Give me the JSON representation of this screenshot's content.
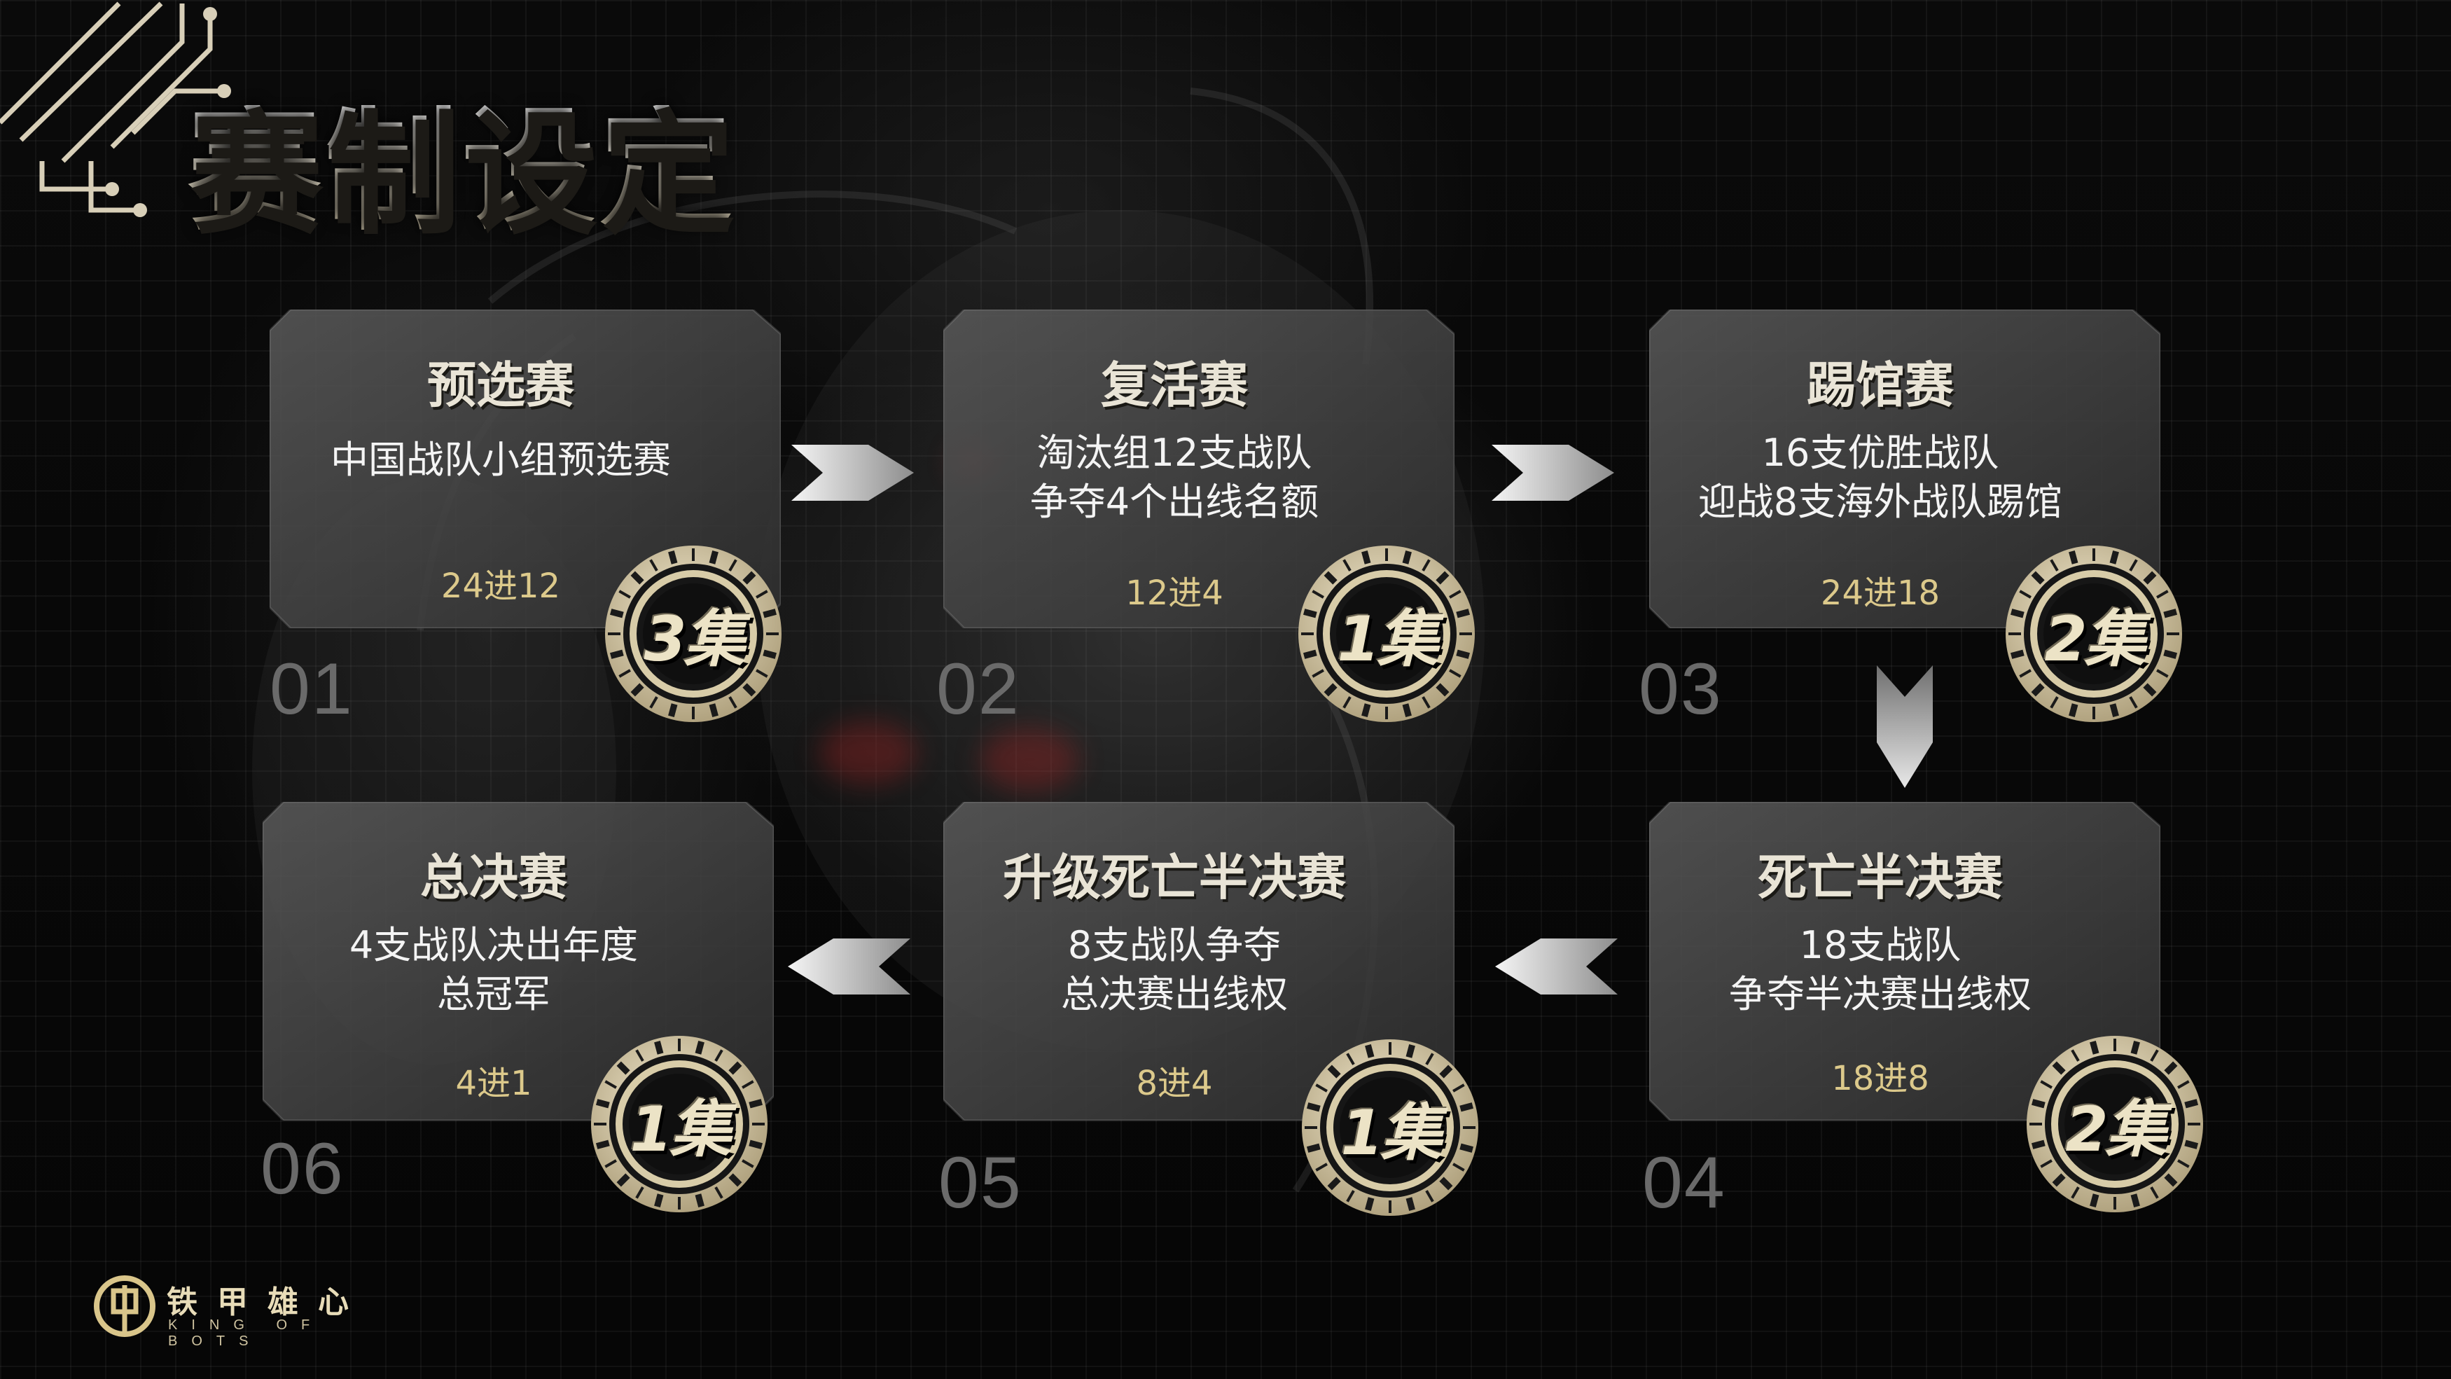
{
  "title": "赛制设定",
  "logo": {
    "cn": "铁甲雄心",
    "en": "KING OF BOTS"
  },
  "stages": [
    {
      "num": "01",
      "title": "预选赛",
      "desc": [
        "中国战队小组预选赛"
      ],
      "stage": "24进12",
      "episodes": "3集"
    },
    {
      "num": "02",
      "title": "复活赛",
      "desc": [
        "淘汰组12支战队",
        "争夺4个出线名额"
      ],
      "stage": "12进4",
      "episodes": "1集"
    },
    {
      "num": "03",
      "title": "踢馆赛",
      "desc": [
        "16支优胜战队",
        "迎战8支海外战队踢馆"
      ],
      "stage": "24进18",
      "episodes": "2集"
    },
    {
      "num": "04",
      "title": "死亡半决赛",
      "desc": [
        "18支战队",
        "争夺半决赛出线权"
      ],
      "stage": "18进8",
      "episodes": "2集"
    },
    {
      "num": "05",
      "title": "升级死亡半决赛",
      "desc": [
        "8支战队争夺",
        "总决赛出线权"
      ],
      "stage": "8进4",
      "episodes": "1集"
    },
    {
      "num": "06",
      "title": "总决赛",
      "desc": [
        "4支战队决出年度",
        "总冠军"
      ],
      "stage": "4进1",
      "episodes": "1集"
    }
  ],
  "colors": {
    "accent": "#dcc98b",
    "card": "#3a3a3a",
    "number": "#6a6a6a"
  }
}
